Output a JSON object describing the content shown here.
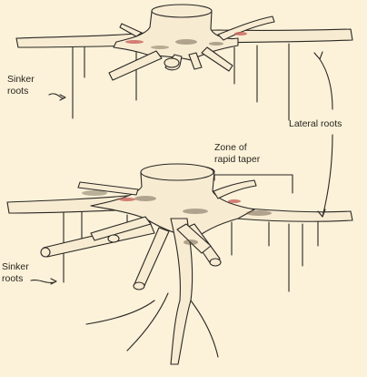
{
  "labels": {
    "sinker_top_line1": "Sinker",
    "sinker_top_line2": "roots",
    "lateral_roots": "Lateral roots",
    "zone_line1": "Zone of",
    "zone_line2": "rapid taper",
    "sinker_bottom_line1": "Sinker",
    "sinker_bottom_line2": "roots"
  },
  "colors": {
    "background": "#fbf2d9",
    "ink": "#2b2724",
    "accent_red": "#c9625a"
  }
}
